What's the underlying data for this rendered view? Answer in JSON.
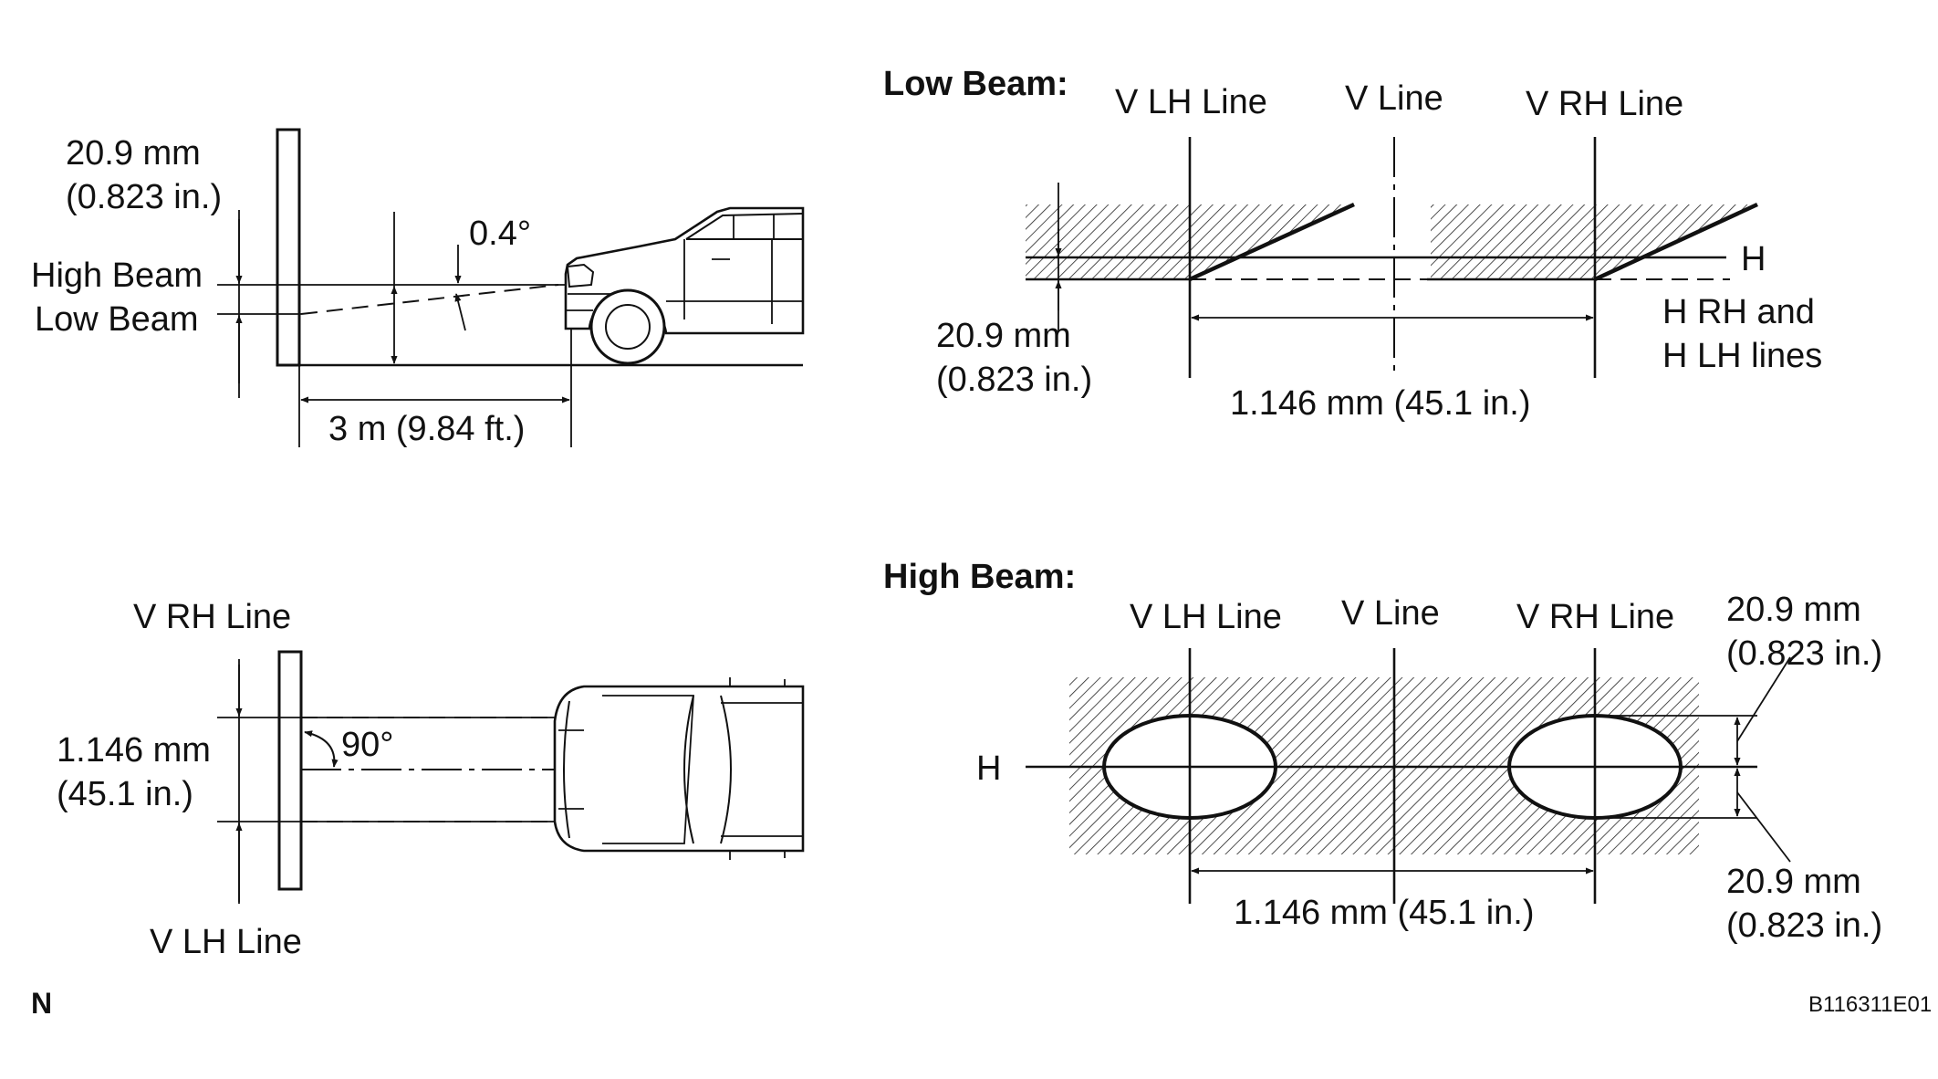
{
  "side_view": {
    "dim_label_1": "20.9 mm",
    "dim_label_2": "(0.823 in.)",
    "high_beam": "High Beam",
    "low_beam": "Low Beam",
    "angle": "0.4°",
    "distance": "3 m (9.84 ft.)"
  },
  "top_view": {
    "v_rh_line": "V RH Line",
    "v_lh_line": "V LH Line",
    "spacing_1": "1.146 mm",
    "spacing_2": "(45.1 in.)",
    "angle": "90°"
  },
  "low_beam": {
    "title": "Low Beam:",
    "v_lh_line": "V LH Line",
    "v_line": "V Line",
    "v_rh_line": "V RH Line",
    "h": "H",
    "h_lines_1": "H RH and",
    "h_lines_2": "H LH lines",
    "offset_1": "20.9 mm",
    "offset_2": "(0.823 in.)",
    "spacing": "1.146 mm (45.1 in.)"
  },
  "high_beam": {
    "title": "High Beam:",
    "v_lh_line": "V LH Line",
    "v_line": "V Line",
    "v_rh_line": "V RH Line",
    "h": "H",
    "upper_1": "20.9 mm",
    "upper_2": "(0.823 in.)",
    "lower_1": "20.9 mm",
    "lower_2": "(0.823 in.)",
    "spacing": "1.146 mm (45.1 in.)"
  },
  "footer": {
    "north": "N",
    "figure_id": "B116311E01"
  }
}
